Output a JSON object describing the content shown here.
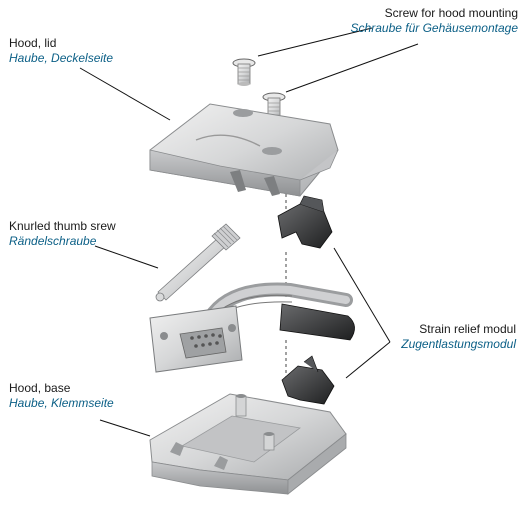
{
  "colors": {
    "english_text": "#1a1a1a",
    "german_text": "#0b5f86",
    "part_light": "#d9dadb",
    "part_mid": "#b9bbbd",
    "part_dark": "#3c3d3f",
    "leader_line": "#111111"
  },
  "callouts": {
    "screw": {
      "en": "Screw for hood mounting",
      "de": "Schraube für Gehäusemontage"
    },
    "hood_lid": {
      "en": "Hood, lid",
      "de": "Haube, Deckelseite"
    },
    "thumb_screw": {
      "en": "Knurled thumb srew",
      "de": "Rändelschraube"
    },
    "strain_relief": {
      "en": "Strain relief modul",
      "de": "Zugentlastungsmodul"
    },
    "hood_base": {
      "en": "Hood, base",
      "de": "Haube, Klemmseite"
    }
  },
  "parts": [
    {
      "id": "hood-mounting-screw",
      "icon": "screw-icon"
    },
    {
      "id": "hood-lid",
      "icon": "lid-icon"
    },
    {
      "id": "knurled-thumb-screw",
      "icon": "thumb-screw-icon"
    },
    {
      "id": "strain-relief-upper",
      "icon": "clamp-icon"
    },
    {
      "id": "strain-relief-lower",
      "icon": "clamp-icon"
    },
    {
      "id": "dsub-connector",
      "icon": "connector-icon"
    },
    {
      "id": "cable-bundle",
      "icon": "cable-icon"
    },
    {
      "id": "hood-base",
      "icon": "base-icon"
    }
  ]
}
